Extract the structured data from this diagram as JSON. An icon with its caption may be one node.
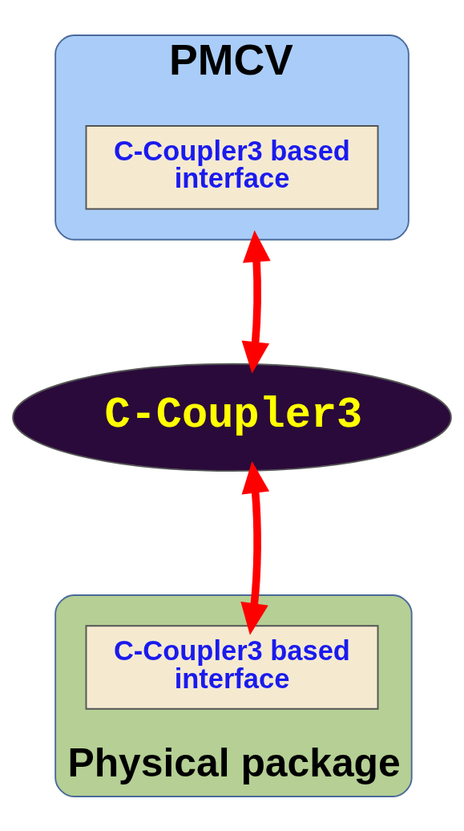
{
  "diagram": {
    "nodes": [
      {
        "text": [
          "PMCV"
        ]
      },
      {
        "text": [
          "C-Coupler3 based interface"
        ],
        "in": 0
      },
      {
        "text": [
          "C-Coupler3"
        ]
      },
      {
        "text": [
          "Physical package"
        ]
      },
      {
        "text": [
          "C-Coupler3 based interface"
        ],
        "in": 3
      }
    ],
    "edges": [
      {
        "from": 2,
        "to": 0,
        "arrow": "both"
      },
      {
        "from": 2,
        "to": 4,
        "arrow": "both"
      }
    ]
  }
}
